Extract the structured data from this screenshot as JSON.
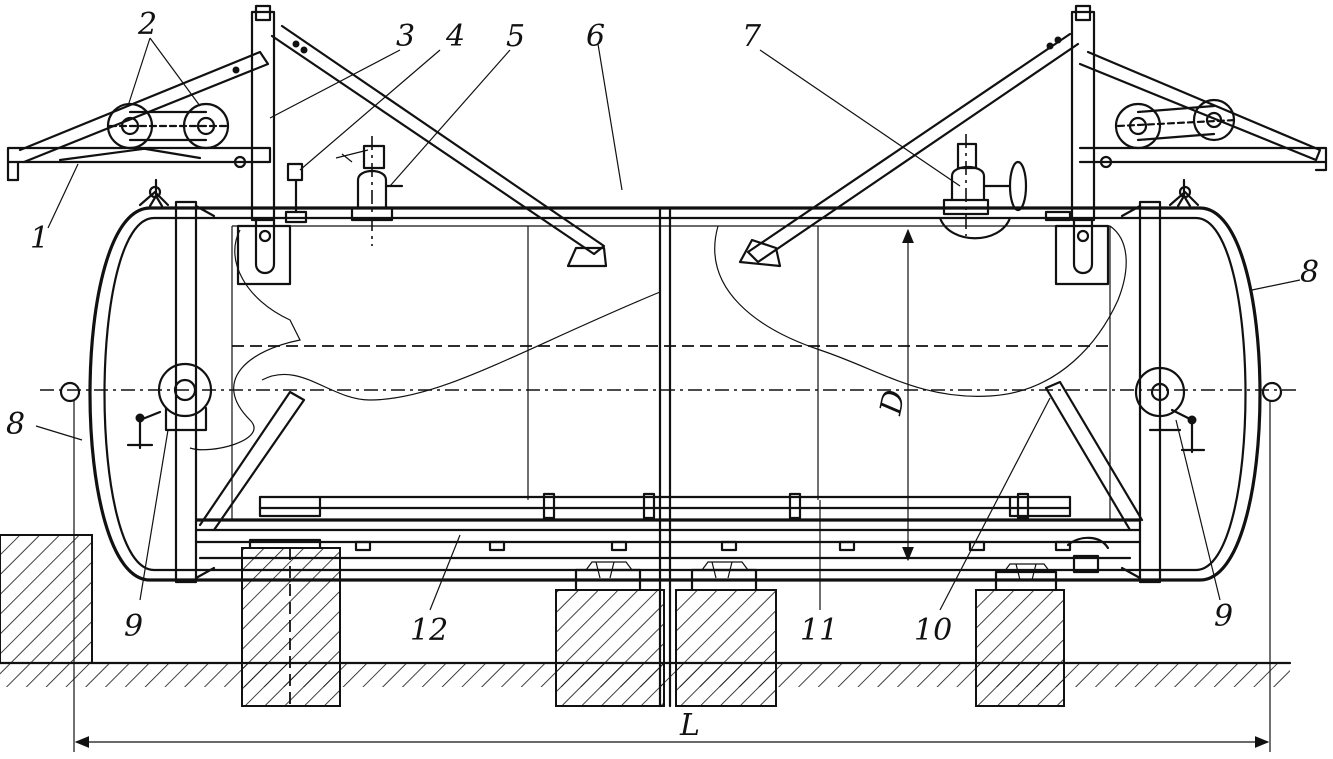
{
  "callouts": {
    "c1": "1",
    "c2": "2",
    "c3": "3",
    "c4": "4",
    "c5": "5",
    "c6": "6",
    "c7": "7",
    "c8a": "8",
    "c8b": "8",
    "c9a": "9",
    "c9b": "9",
    "c10": "10",
    "c11": "11",
    "c12": "12"
  },
  "dimensions": {
    "diameter": "D",
    "length": "L"
  }
}
